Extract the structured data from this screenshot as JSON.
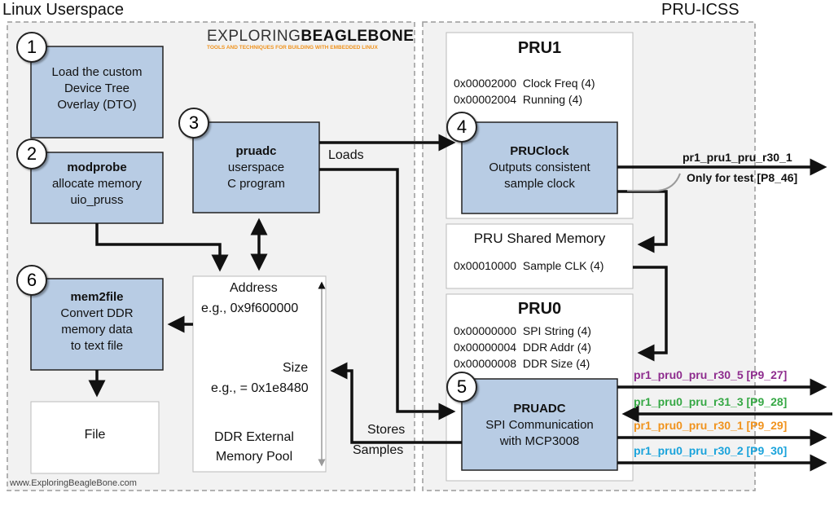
{
  "sections": {
    "left_title": "Linux Userspace",
    "right_title": "PRU-ICSS"
  },
  "logo": {
    "main_light": "EXPLORING",
    "main_bold": "BEAGLEBONE",
    "tagline": "TOOLS AND TECHNIQUES FOR BUILDING WITH EMBEDDED LINUX"
  },
  "footer": {
    "website": "www.ExploringBeagleBone.com"
  },
  "steps": {
    "s1": {
      "num": "1",
      "lines": [
        "Load the custom",
        "Device Tree",
        "Overlay (DTO)"
      ]
    },
    "s2": {
      "num": "2",
      "title": "modprobe",
      "lines": [
        "allocate memory",
        "uio_pruss"
      ]
    },
    "s3": {
      "num": "3",
      "title": "pruadc",
      "lines": [
        "userspace",
        "C program"
      ]
    },
    "s4": {
      "num": "4",
      "title": "PRUClock",
      "lines": [
        "Outputs consistent",
        "sample clock"
      ]
    },
    "s5": {
      "num": "5",
      "title": "PRUADC",
      "lines": [
        "SPI Communication",
        "with MCP3008"
      ]
    },
    "s6": {
      "num": "6",
      "title": "mem2file",
      "lines": [
        "Convert DDR",
        "memory data",
        "to text file"
      ]
    }
  },
  "file_box": {
    "label": "File"
  },
  "ddr_pool": {
    "address_label": "Address",
    "address_value": "e.g., 0x9f600000",
    "size_label": "Size",
    "size_value": "e.g., = 0x1e8480",
    "name_lines": [
      "DDR External",
      "Memory Pool"
    ]
  },
  "pru1": {
    "title": "PRU1",
    "registers": [
      {
        "addr": "0x00002000",
        "desc": "Clock Freq (4)"
      },
      {
        "addr": "0x00002004",
        "desc": "Running (4)"
      }
    ]
  },
  "shared_mem": {
    "title": "PRU Shared Memory",
    "registers": [
      {
        "addr": "0x00010000",
        "desc": "Sample CLK (4)"
      }
    ]
  },
  "pru0": {
    "title": "PRU0",
    "registers": [
      {
        "addr": "0x00000000",
        "desc": "SPI String (4)"
      },
      {
        "addr": "0x00000004",
        "desc": "DDR Addr (4)"
      },
      {
        "addr": "0x00000008",
        "desc": "DDR Size (4)"
      }
    ]
  },
  "arrow_labels": {
    "loads": "Loads",
    "stores_1": "Stores",
    "stores_2": "Samples"
  },
  "signals": {
    "clock_out": "pr1_pru1_pru_r30_1",
    "clock_note": "Only for test [P8_46]",
    "pins": [
      {
        "label": "pr1_pru0_pru_r30_5 [P9_27]",
        "color": "#8e2c8e"
      },
      {
        "label": "pr1_pru0_pru_r31_3 [P9_28]",
        "color": "#36a845"
      },
      {
        "label": "pr1_pru0_pru_r30_1 [P9_29]",
        "color": "#f0931e"
      },
      {
        "label": "pr1_pru0_pru_r30_2 [P9_30]",
        "color": "#1aa3db"
      }
    ]
  },
  "colors": {
    "box_fill": "#b8cce4",
    "panel_fill": "#f2f2f2",
    "dash": "#9a9a9a"
  }
}
